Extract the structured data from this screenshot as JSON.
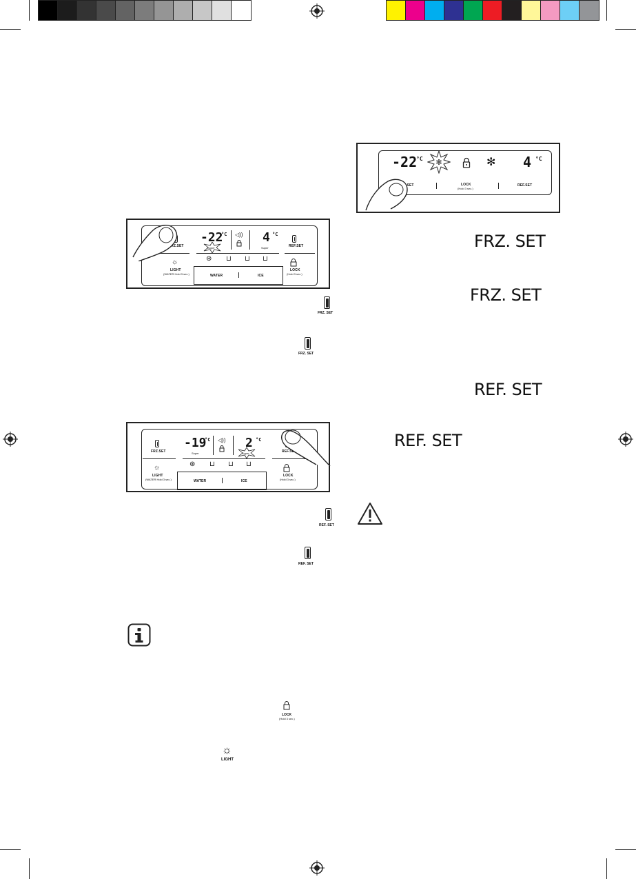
{
  "color_bar": {
    "grays": [
      "#000000",
      "#1c1c1c",
      "#333333",
      "#4a4a4a",
      "#636363",
      "#7c7c7c",
      "#959595",
      "#aeaeae",
      "#c7c7c7",
      "#e0e0e0",
      "#ffffff"
    ],
    "colors": [
      "#fff200",
      "#ec008c",
      "#00aeef",
      "#2e3192",
      "#00a651",
      "#ed1c24",
      "#231f20",
      "#fff799",
      "#f49ac1",
      "#6dcff6",
      "#939598"
    ]
  },
  "labels": {
    "frz_set": "FRZ. SET",
    "ref_set": "REF. SET"
  },
  "panel_top_right": {
    "left_temp": "-22",
    "right_temp": "4",
    "unit": "°C",
    "frz_key": "FRZ.SET",
    "lock_key": "LOCK",
    "lock_sub": "(Hold 3 sec.)",
    "ref_key": "REF.SET"
  },
  "panel_frz": {
    "frz_key": "FRZ.SET",
    "ref_key": "REF.SET",
    "left_temp": "-22",
    "right_temp": "4",
    "unit": "°C",
    "super_left": "Super",
    "super_right": "Super",
    "light": "LIGHT",
    "light_sub": "(WATER Hold 3 sec.)",
    "lock": "LOCK",
    "lock_sub": "(Hold 3 sec.)",
    "water": "WATER",
    "ice": "ICE"
  },
  "panel_ref": {
    "frz_key": "FRZ.SET",
    "ref_key": "REF.SET",
    "left_temp": "-19",
    "right_temp": "2",
    "unit": "°C",
    "super_left": "Super",
    "super_right": "Super",
    "light": "LIGHT",
    "light_sub": "(WATER Hold 3 sec.)",
    "lock": "LOCK",
    "lock_sub": "(Hold 3 sec.)",
    "water": "WATER",
    "ice": "ICE"
  },
  "inline_keys": {
    "frz": "FRZ. SET",
    "ref": "REF. SET",
    "lock": "LOCK",
    "lock_sub": "(Hold 3 sec.)",
    "light": "LIGHT"
  }
}
